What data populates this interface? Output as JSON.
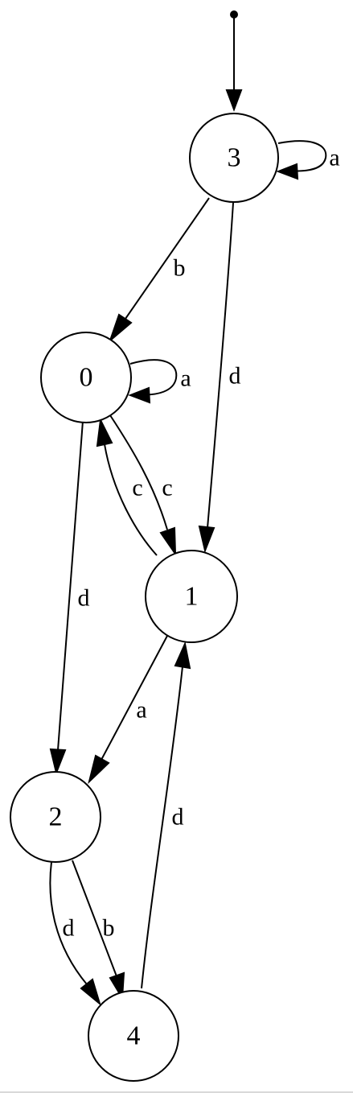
{
  "diagram": {
    "type": "state-machine",
    "initial_state": "3",
    "states": [
      {
        "id": "n3",
        "label": "3"
      },
      {
        "id": "n0",
        "label": "0"
      },
      {
        "id": "n1",
        "label": "1"
      },
      {
        "id": "n2",
        "label": "2"
      },
      {
        "id": "n4",
        "label": "4"
      }
    ],
    "transitions": [
      {
        "id": "e_3_3_a",
        "from": "3",
        "to": "3",
        "label": "a"
      },
      {
        "id": "e_3_0_b",
        "from": "3",
        "to": "0",
        "label": "b"
      },
      {
        "id": "e_3_1_d",
        "from": "3",
        "to": "1",
        "label": "d"
      },
      {
        "id": "e_0_0_a",
        "from": "0",
        "to": "0",
        "label": "a"
      },
      {
        "id": "e_0_1_c",
        "from": "0",
        "to": "1",
        "label": "c"
      },
      {
        "id": "e_1_0_c",
        "from": "1",
        "to": "0",
        "label": "c"
      },
      {
        "id": "e_0_2_d",
        "from": "0",
        "to": "2",
        "label": "d"
      },
      {
        "id": "e_1_2_a",
        "from": "1",
        "to": "2",
        "label": "a"
      },
      {
        "id": "e_4_1_d",
        "from": "4",
        "to": "1",
        "label": "d"
      },
      {
        "id": "e_2_4_d",
        "from": "2",
        "to": "4",
        "label": "d"
      },
      {
        "id": "e_2_4_b",
        "from": "2",
        "to": "4",
        "label": "b"
      }
    ]
  }
}
